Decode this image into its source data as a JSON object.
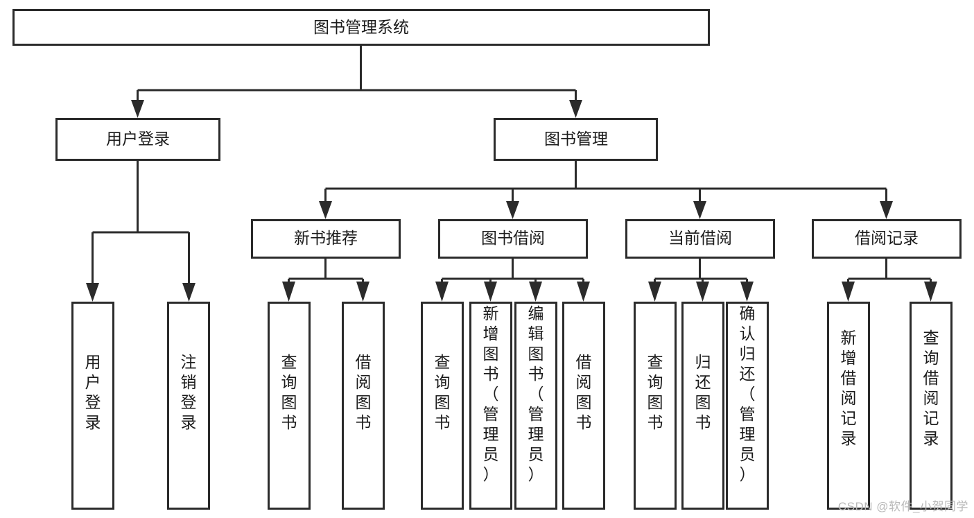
{
  "diagram": {
    "type": "tree-hierarchy",
    "title": "图书管理系统",
    "root": {
      "label": "图书管理系统",
      "id": "root"
    },
    "level2": [
      {
        "id": "user-login",
        "label": "用户登录"
      },
      {
        "id": "book-manage",
        "label": "图书管理"
      }
    ],
    "level3": [
      {
        "id": "new-book-recommend",
        "label": "新书推荐",
        "parent": "book-manage"
      },
      {
        "id": "book-borrow",
        "label": "图书借阅",
        "parent": "book-manage"
      },
      {
        "id": "current-borrow",
        "label": "当前借阅",
        "parent": "book-manage"
      },
      {
        "id": "borrow-record",
        "label": "借阅记录",
        "parent": "book-manage"
      }
    ],
    "leaves": [
      {
        "id": "leaf-user-login",
        "label": "用户登录",
        "parent": "user-login"
      },
      {
        "id": "leaf-logout-login",
        "label": "注销登录",
        "parent": "user-login"
      },
      {
        "id": "leaf-query-book-1",
        "label": "查询图书",
        "parent": "new-book-recommend"
      },
      {
        "id": "leaf-borrow-book-1",
        "label": "借阅图书",
        "parent": "new-book-recommend"
      },
      {
        "id": "leaf-query-book-2",
        "label": "查询图书",
        "parent": "book-borrow"
      },
      {
        "id": "leaf-add-book",
        "label": "新增图书（管理员）",
        "parent": "book-borrow"
      },
      {
        "id": "leaf-edit-book",
        "label": "编辑图书（管理员）",
        "parent": "book-borrow"
      },
      {
        "id": "leaf-borrow-book-2",
        "label": "借阅图书",
        "parent": "book-borrow"
      },
      {
        "id": "leaf-query-book-3",
        "label": "查询图书",
        "parent": "current-borrow"
      },
      {
        "id": "leaf-return-book",
        "label": "归还图书",
        "parent": "current-borrow"
      },
      {
        "id": "leaf-confirm-return",
        "label": "确认归还（管理员）",
        "parent": "current-borrow"
      },
      {
        "id": "leaf-add-record",
        "label": "新增借阅记录",
        "parent": "borrow-record"
      },
      {
        "id": "leaf-query-record",
        "label": "查询借阅记录",
        "parent": "borrow-record"
      }
    ],
    "colors": {
      "stroke": "#2b2b2b",
      "fill": "#ffffff",
      "text": "#1b1b1b",
      "watermark": "#b9b9b9"
    }
  },
  "watermark": {
    "text": "CSDN @软件_小贺同学"
  }
}
